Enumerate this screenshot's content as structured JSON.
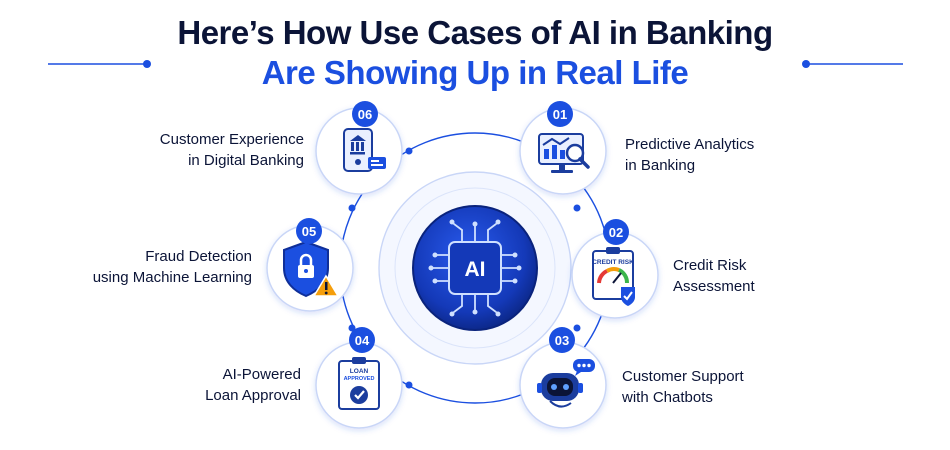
{
  "title": {
    "line1": "Here’s How Use Cases of AI in Banking",
    "line2": "Are Showing Up in Real Life"
  },
  "center": {
    "label": "AI"
  },
  "colors": {
    "navy": "#0b1437",
    "blue": "#1b4fe0",
    "orange": "#f59e0b",
    "green": "#3bb54a"
  },
  "use_cases": [
    {
      "number": "01",
      "line1": "Predictive Analytics",
      "line2": "in Banking",
      "icon": "analytics-monitor-icon"
    },
    {
      "number": "02",
      "line1": "Credit Risk",
      "line2": "Assessment",
      "icon": "credit-risk-clipboard-icon",
      "icon_text": "CREDIT RISK"
    },
    {
      "number": "03",
      "line1": "Customer Support",
      "line2": "with Chatbots",
      "icon": "chatbot-icon"
    },
    {
      "number": "04",
      "line1": "AI-Powered",
      "line2": "Loan Approval",
      "icon": "loan-approved-clipboard-icon",
      "icon_text1": "LOAN",
      "icon_text2": "APPROVED"
    },
    {
      "number": "05",
      "line1": "Fraud Detection",
      "line2": "using Machine Learning",
      "icon": "shield-lock-icon"
    },
    {
      "number": "06",
      "line1": "Customer Experience",
      "line2": "in Digital Banking",
      "icon": "mobile-bank-icon"
    }
  ]
}
